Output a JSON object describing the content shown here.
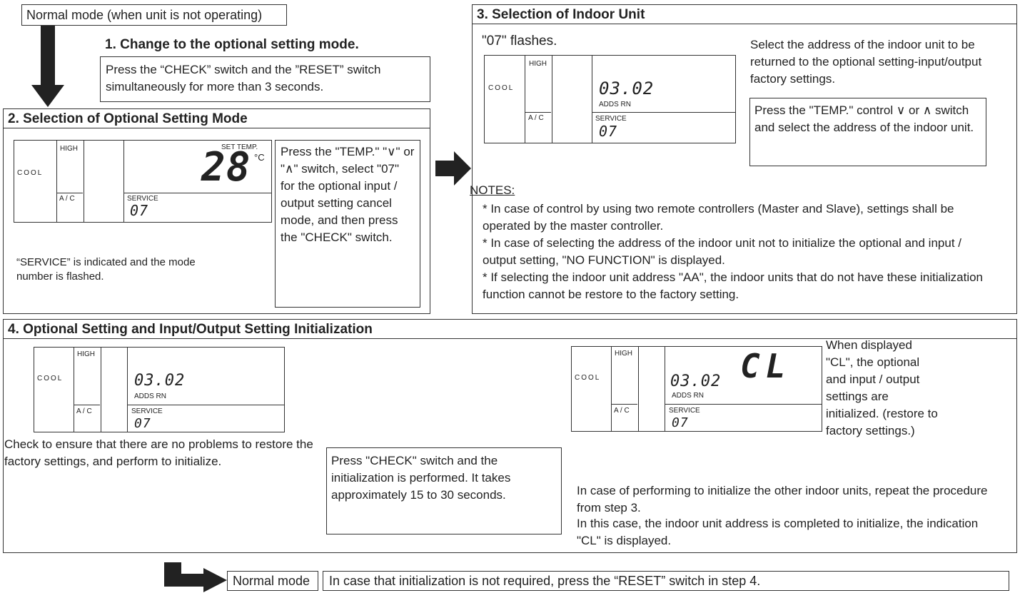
{
  "normal_mode_box": "Normal mode (when unit is not operating)",
  "step1": {
    "title": "1. Change to the optional setting mode.",
    "text": "Press the “CHECK” switch and the ”RESET” switch simultaneously for more than 3 seconds."
  },
  "step2": {
    "title": "2. Selection of Optional Setting Mode",
    "instruction": "Press the \"TEMP.\" \"∨\"  or \"∧\" switch, select \"07\" for the optional input / output setting cancel mode, and then press the \"CHECK\" switch.",
    "note": "“SERVICE” is indicated and the mode number is flashed.",
    "lcd": {
      "mode": "COOL",
      "fan": "HIGH",
      "ac": "A / C",
      "set_temp_label": "SET TEMP.",
      "temp": "28",
      "unit": "°C",
      "service_label": "SERVICE",
      "service_code": "07"
    }
  },
  "step3": {
    "title": "3. Selection of Indoor Unit",
    "flash_label": "\"07\" flashes.",
    "text": "Select the address of the indoor unit to be returned to the optional setting-input/output factory settings.",
    "instruction": "Press the \"TEMP.\" control ∨ or ∧ switch and select the address of the indoor unit.",
    "lcd": {
      "mode": "COOL",
      "fan": "HIGH",
      "ac": "A / C",
      "address": "03.02",
      "adds_label": "ADDS RN",
      "service_label": "SERVICE",
      "service_code": "07"
    },
    "notes_title": "NOTES:",
    "notes": [
      "* In case of control by using two remote controllers (Master and Slave), settings shall be operated by the master controller.",
      "* In case of selecting the address of the indoor unit not to initialize the optional and input / output setting, \"NO FUNCTION\" is displayed.",
      "* If selecting the indoor unit address \"AA\", the indoor units that do not have these initialization function cannot be restore to the factory setting."
    ]
  },
  "step4": {
    "title": "4. Optional Setting and Input/Output Setting Initialization",
    "check_text": "Check to ensure that there are no problems to restore the factory settings, and perform to initialize.",
    "press_text": "Press \"CHECK\" switch and the initialization is performed. It takes approximately 15 to 30 seconds.",
    "cl_text": "When displayed \"CL\", the optional and input / output settings are initialized. (restore to factory settings.)",
    "repeat_text_1": "In case of performing to initialize the other indoor units, repeat the procedure from step 3.",
    "repeat_text_2": "In this case, the indoor unit address is completed to initialize, the indication \"CL\" is displayed.",
    "lcd_left": {
      "mode": "COOL",
      "fan": "HIGH",
      "ac": "A / C",
      "address": "03.02",
      "adds_label": "ADDS RN",
      "service_label": "SERVICE",
      "service_code": "07"
    },
    "lcd_right": {
      "mode": "COOL",
      "fan": "HIGH",
      "ac": "A / C",
      "address": "03.02",
      "adds_label": "ADDS RN",
      "service_label": "SERVICE",
      "service_code": "07",
      "cl": "CL"
    }
  },
  "footer": {
    "normal_mode": "Normal mode",
    "text": "In case that initialization is not required, press the “RESET” switch in step 4."
  }
}
